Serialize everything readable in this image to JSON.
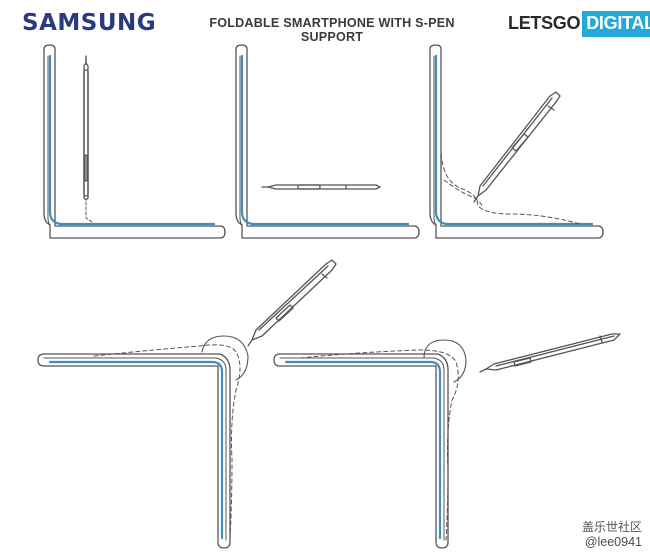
{
  "header": {
    "brand": "SAMSUNG",
    "subtitle": "FOLDABLE SMARTPHONE WITH S-PEN SUPPORT",
    "logo_part1": "LETSGO",
    "logo_part2": "DIGITAL"
  },
  "watermark": {
    "community": "盖乐世社区",
    "user": "@lee0941"
  },
  "colors": {
    "brand": "#2a3a7f",
    "logo_bg": "#23a9d8",
    "screen_blue": "#3f8fb8",
    "line": "#555555"
  }
}
